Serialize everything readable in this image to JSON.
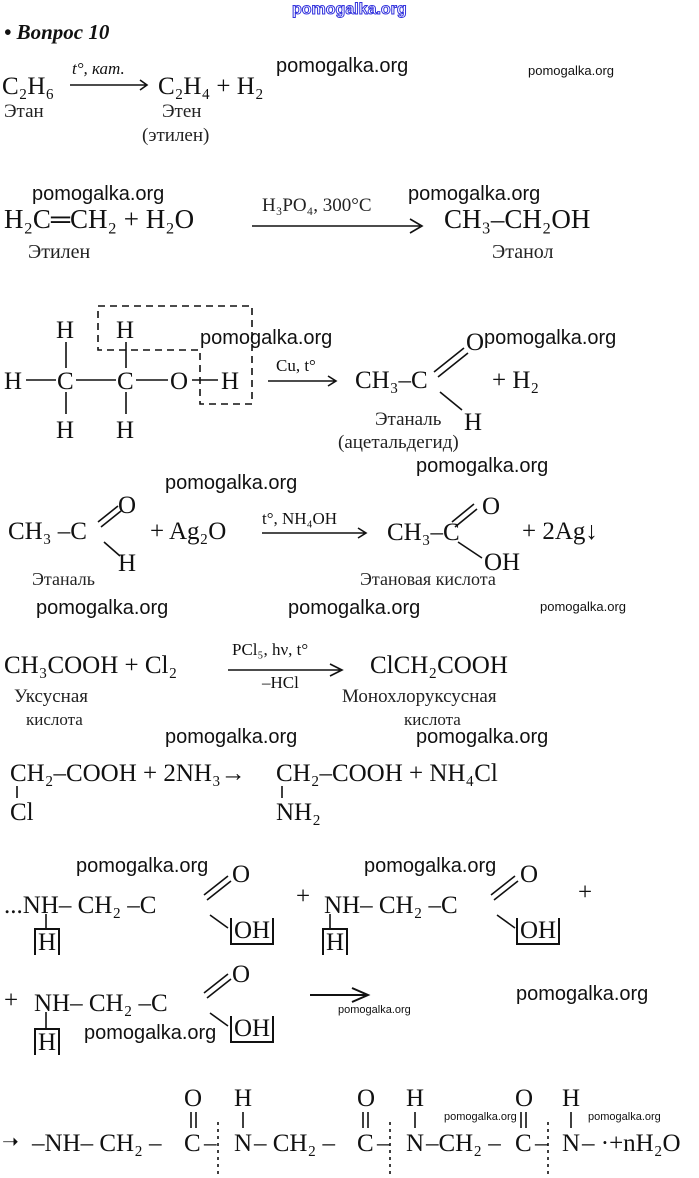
{
  "header": {
    "site_watermark": "pomogalka.org",
    "question": "• Вопрос 10"
  },
  "watermark": "pomogalka.org",
  "eq1": {
    "reactant": "C₂H₆",
    "condition": "t°, кат.",
    "products": "C₂H₄ + H₂",
    "reactant_name": "Этан",
    "product_name": "Этен",
    "product_alt": "(этилен)"
  },
  "eq2": {
    "reactants": "H₂C═CH₂ + H₂O",
    "condition": "H₃PO₄, 300°C",
    "product": "CH₃–CH₂OH",
    "reactant_name": "Этилен",
    "product_name": "Этанол"
  },
  "eq3": {
    "atoms": {
      "H": "H",
      "C": "C",
      "O": "O"
    },
    "condition": "Cu, t°",
    "product": "CH₃–C",
    "o": "O",
    "h": "H",
    "plus": "+ H₂",
    "product_name": "Этаналь",
    "product_alt": "(ацетальдегид)"
  },
  "eq4": {
    "reactant": "CH₃ –C",
    "o": "O",
    "h": "H",
    "plus": "+ Ag₂O",
    "condition": "t°, NH₄OH",
    "product": "CH₃–C",
    "oh": "OH",
    "plus2": "+ 2Ag↓",
    "reactant_name": "Этаналь",
    "product_name": "Этановая кислота"
  },
  "eq5": {
    "reactants": "CH₃COOH + Cl₂",
    "condition_top": "PCl₅, hν, t°",
    "condition_bottom": "–HCl",
    "product": "ClCH₂COOH",
    "reactant_name1": "Уксусная",
    "reactant_name2": "кислота",
    "product_name1": "Монохлоруксусная",
    "product_name2": "кислота"
  },
  "eq6": {
    "reactants": "CH₂–COOH + 2NH₃→",
    "cl": "Cl",
    "product": "CH₂–COOH + NH₄Cl",
    "nh2": "NH₂"
  },
  "eq7": {
    "start": "...NH– CH₂ –C",
    "chain": "NH– CH₂ –C",
    "o": "O",
    "oh": "OH",
    "h": "H",
    "plus": "+"
  },
  "eq8": {
    "arrow": "➝",
    "p1": "–NH– CH₂ –",
    "c": "C",
    "dash": "–",
    "n": "N",
    "p2": "– CH₂ –",
    "p3": "–CH₂ –",
    "end": "– ·+nH₂O",
    "o": "O",
    "h": "H"
  }
}
